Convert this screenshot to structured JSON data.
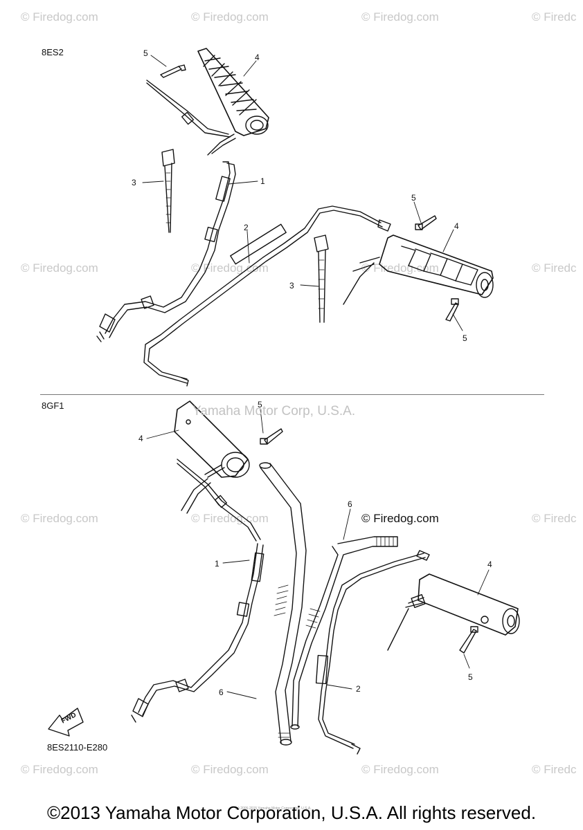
{
  "watermark": "© Firedog.com",
  "watermark_partial": "© Firedc",
  "sections": [
    {
      "label": "8ES2"
    },
    {
      "label": "8GF1"
    }
  ],
  "callouts_top": [
    "5",
    "4",
    "3",
    "1",
    "2",
    "5",
    "4",
    "3",
    "5"
  ],
  "callouts_bottom": [
    "5",
    "4",
    "1",
    "6",
    "4",
    "6",
    "2",
    "5"
  ],
  "center_watermark": "Yamaha Motor Corp, U.S.A.",
  "firedog_note": "© Firedog.com",
  "fwd_label": "FWD",
  "diagram_code": "8ES2110-E280",
  "tiny_copyright": "(c) 2005-2015 Yamaha Motor Corporation, U.S.A.",
  "footer": "©2013 Yamaha Motor Corporation, U.S.A. All rights reserved.",
  "colors": {
    "line": "#111111",
    "watermark": "#c8c8c8"
  }
}
